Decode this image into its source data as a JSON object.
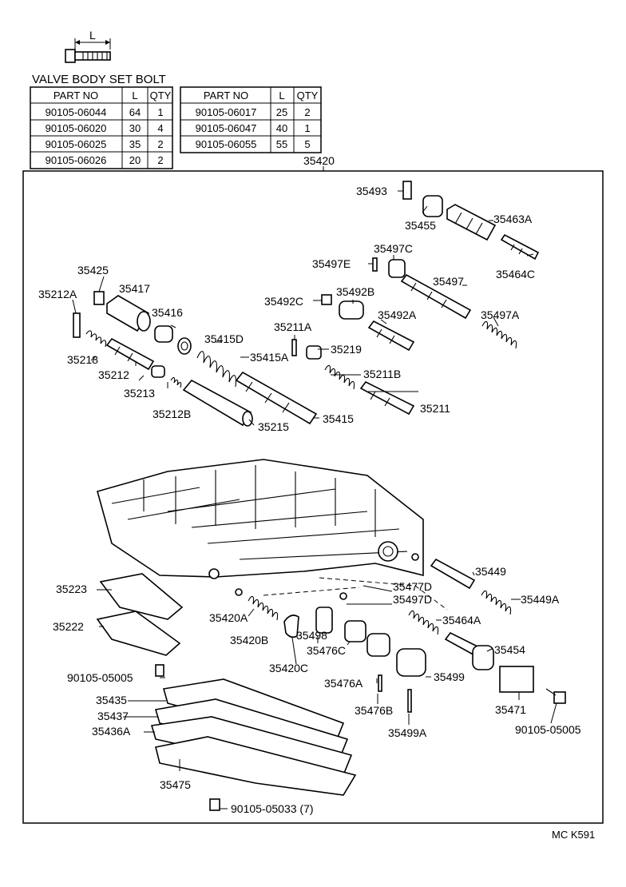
{
  "bolt_header": {
    "dimension_label": "L",
    "title": "VALVE BODY SET BOLT"
  },
  "bolt_table_left": {
    "headers": [
      "PART NO",
      "L",
      "QTY"
    ],
    "rows": [
      [
        "90105-06044",
        "64",
        "1"
      ],
      [
        "90105-06020",
        "30",
        "4"
      ],
      [
        "90105-06025",
        "35",
        "2"
      ],
      [
        "90105-06026",
        "20",
        "2"
      ]
    ]
  },
  "bolt_table_right": {
    "headers": [
      "PART NO",
      "L",
      "QTY"
    ],
    "rows": [
      [
        "90105-06017",
        "25",
        "2"
      ],
      [
        "90105-06047",
        "40",
        "1"
      ],
      [
        "90105-06055",
        "55",
        "5"
      ]
    ]
  },
  "assembly_label": "35420",
  "part_labels": {
    "p35493": "35493",
    "p35455": "35455",
    "p35463A": "35463A",
    "p35497C": "35497C",
    "p35497E": "35497E",
    "p35464C": "35464C",
    "p35425": "35425",
    "p35417": "35417",
    "p35212A": "35212A",
    "p35416": "35416",
    "p35492C": "35492C",
    "p35492B": "35492B",
    "p35497": "35497",
    "p35497A": "35497A",
    "p35492A": "35492A",
    "p35211A": "35211A",
    "p35415D": "35415D",
    "p35219": "35219",
    "p35218": "35218",
    "p35415A": "35415A",
    "p35212": "35212",
    "p35211B": "35211B",
    "p35213": "35213",
    "p35211": "35211",
    "p35212B": "35212B",
    "p35415": "35415",
    "p35215": "35215",
    "p35449": "35449",
    "p35477D": "35477D",
    "p35497D": "35497D",
    "p35449A": "35449A",
    "p35223": "35223",
    "p35420A": "35420A",
    "p35464A": "35464A",
    "p35222": "35222",
    "p35498": "35498",
    "p35420B": "35420B",
    "p35454": "35454",
    "p35476C": "35476C",
    "p35420C": "35420C",
    "bolt05005a": "90105-05005",
    "p35499": "35499",
    "p35476A": "35476A",
    "p35435": "35435",
    "p35471": "35471",
    "p35437": "35437",
    "p35476B": "35476B",
    "bolt05005b": "90105-05005",
    "p35436A": "35436A",
    "p35499A": "35499A",
    "p35475": "35475",
    "bolt05033": "90105-05033 (7)"
  },
  "figure_code": "MC K591"
}
